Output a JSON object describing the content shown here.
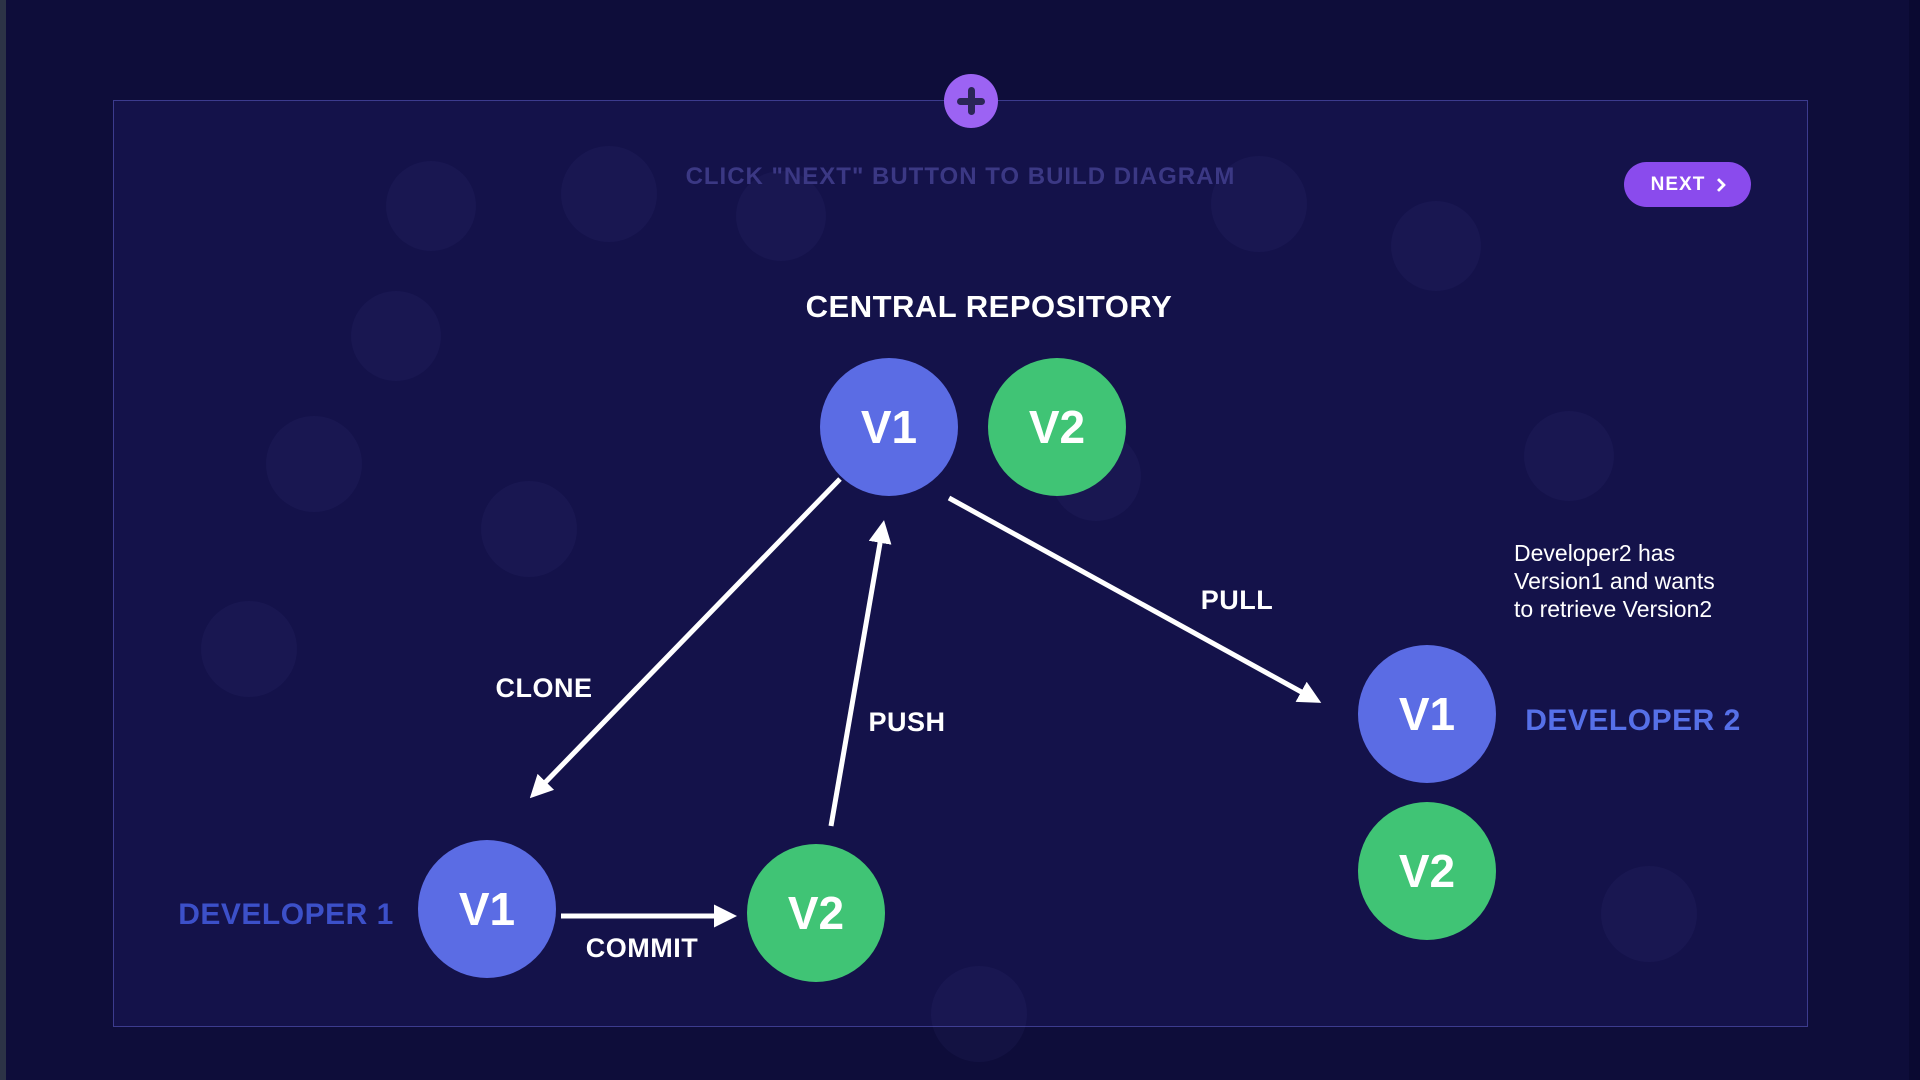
{
  "toolbar": {
    "instruction": "CLICK \"NEXT\" BUTTON TO BUILD DIAGRAM",
    "next_button_label": "NEXT"
  },
  "icons": {
    "add_button_icon": "plus",
    "next_button_icon": "chevron-right"
  },
  "diagram": {
    "title": "CENTRAL REPOSITORY",
    "central_repository": {
      "v1": "V1",
      "v2": "V2"
    },
    "developer1": {
      "name": "DEVELOPER 1",
      "v1": "V1",
      "v2": "V2"
    },
    "developer2": {
      "name": "DEVELOPER 2",
      "v1": "V1",
      "v2": "V2"
    },
    "edges": {
      "clone": "CLONE",
      "push": "PUSH",
      "pull": "PULL",
      "commit": "COMMIT"
    },
    "annotation": [
      "Developer2 has",
      "Version1 and wants",
      "to retrieve Version2"
    ]
  },
  "colors": {
    "background": "#0e0d3a",
    "panel_background": "#14124a",
    "panel_border": "#3c3b8e",
    "node_blue": "#5b6ce4",
    "node_green": "#40c475",
    "next_button_purple": "#8a4bed",
    "add_button_purple": "#9c63f3",
    "developer1_label": "#3c50c9",
    "developer2_label": "#5670e8",
    "instruction_text": "#3b3884",
    "arrow_white": "#ffffff"
  }
}
